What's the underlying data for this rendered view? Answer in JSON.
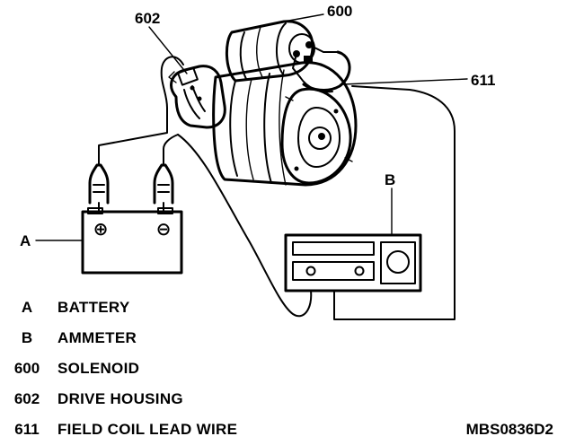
{
  "callouts": {
    "solenoid": "600",
    "drive_housing": "602",
    "field_coil_lead_wire": "611",
    "ammeter": "B",
    "battery": "A"
  },
  "battery": {
    "positive_symbol": "⊕",
    "negative_symbol": "⊖"
  },
  "legend": [
    {
      "code": "A",
      "text": "BATTERY"
    },
    {
      "code": "B",
      "text": "AMMETER"
    },
    {
      "code": "600",
      "text": "SOLENOID"
    },
    {
      "code": "602",
      "text": "DRIVE HOUSING"
    },
    {
      "code": "611",
      "text": "FIELD COIL LEAD WIRE"
    }
  ],
  "figure_id": "MBS0836D2"
}
